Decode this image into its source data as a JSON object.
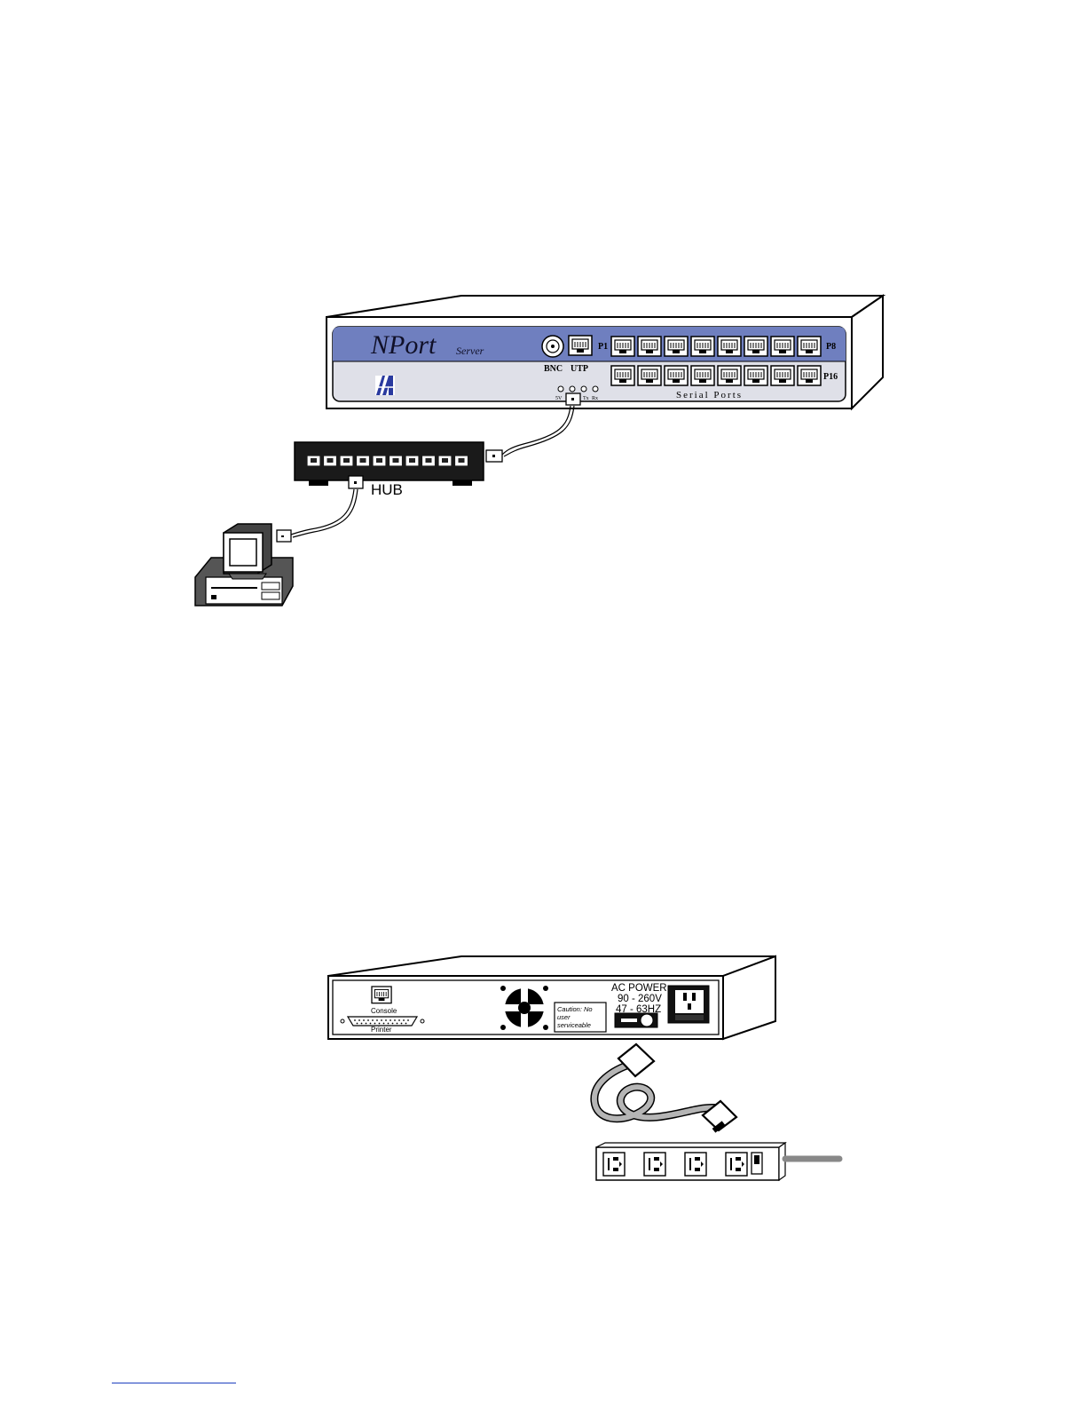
{
  "colors": {
    "panel_blue": "#6f7fbf",
    "panel_gray": "#dfe0e8",
    "line": "#000000",
    "cord_gray": "#b5b5b5",
    "footnote_rule": "#1d3fbf"
  },
  "figure_top": {
    "server": {
      "brand": "NPort",
      "brand_sub": "Server",
      "bnc_label": "BNC",
      "utp_label": "UTP",
      "port_first": "P1",
      "port_8": "P8",
      "port_16": "P16",
      "led_label_left": "5V",
      "led_label_tx": "Tx",
      "led_label_rx": "Rx",
      "serial_label": "Serial Ports",
      "logo_icon": "moxa-logo-icon"
    },
    "hub": {
      "label": "HUB",
      "port_count": 10
    },
    "computer": {
      "icon": "desktop-computer-icon"
    }
  },
  "figure_bottom": {
    "rear": {
      "console_label": "Console",
      "printer_label": "Printer",
      "caution_text": [
        "Caution: No",
        "user",
        "serviceable"
      ],
      "ac_power": "AC POWER",
      "voltage": "90 - 260V",
      "frequency": "47 - 63HZ",
      "fan_icon": "fan-icon"
    },
    "power_strip": {
      "outlet_count": 4,
      "switch_icon": "power-switch-icon"
    }
  }
}
